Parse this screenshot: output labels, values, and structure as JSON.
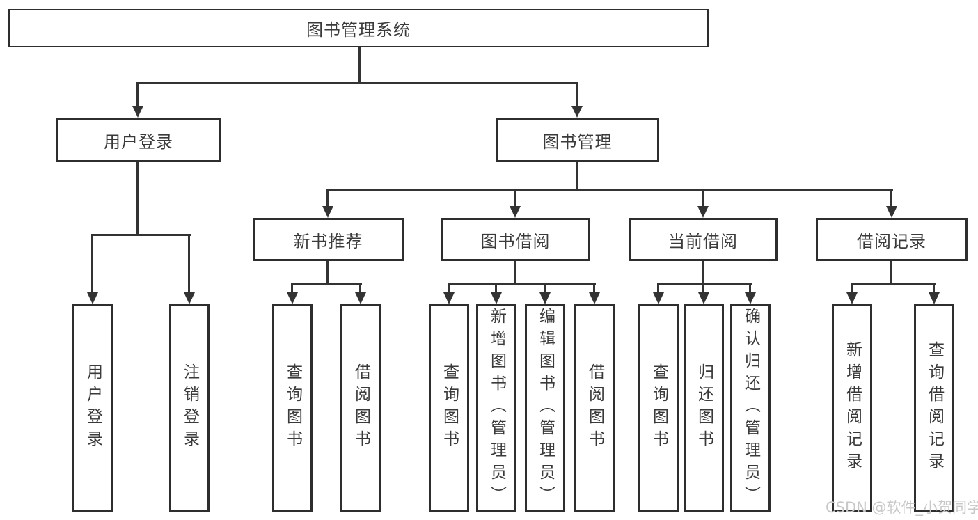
{
  "tree": {
    "root": {
      "label": "图书管理系统"
    },
    "branches": [
      {
        "label": "用户登录",
        "leaves": [
          {
            "label": "用户登录"
          },
          {
            "label": "注销登录"
          }
        ]
      },
      {
        "label": "图书管理",
        "children": [
          {
            "label": "新书推荐",
            "leaves": [
              {
                "label": "查询图书"
              },
              {
                "label": "借阅图书"
              }
            ]
          },
          {
            "label": "图书借阅",
            "leaves": [
              {
                "label": "查询图书"
              },
              {
                "label": "新增图书（管理员）"
              },
              {
                "label": "编辑图书（管理员）"
              },
              {
                "label": "借阅图书"
              }
            ]
          },
          {
            "label": "当前借阅",
            "leaves": [
              {
                "label": "查询图书"
              },
              {
                "label": "归还图书"
              },
              {
                "label": "确认归还（管理员）"
              }
            ]
          },
          {
            "label": "借阅记录",
            "leaves": [
              {
                "label": "新增借阅记录"
              },
              {
                "label": "查询借阅记录"
              }
            ]
          }
        ]
      }
    ]
  },
  "watermark": {
    "text": "CSDN @软件_小贺同学"
  },
  "colors": {
    "line": "#333333",
    "node_border": "#2e2e2e",
    "node_text": "#3a3a3a",
    "watermark_text": "#c8c8c8",
    "background": "#ffffff"
  }
}
